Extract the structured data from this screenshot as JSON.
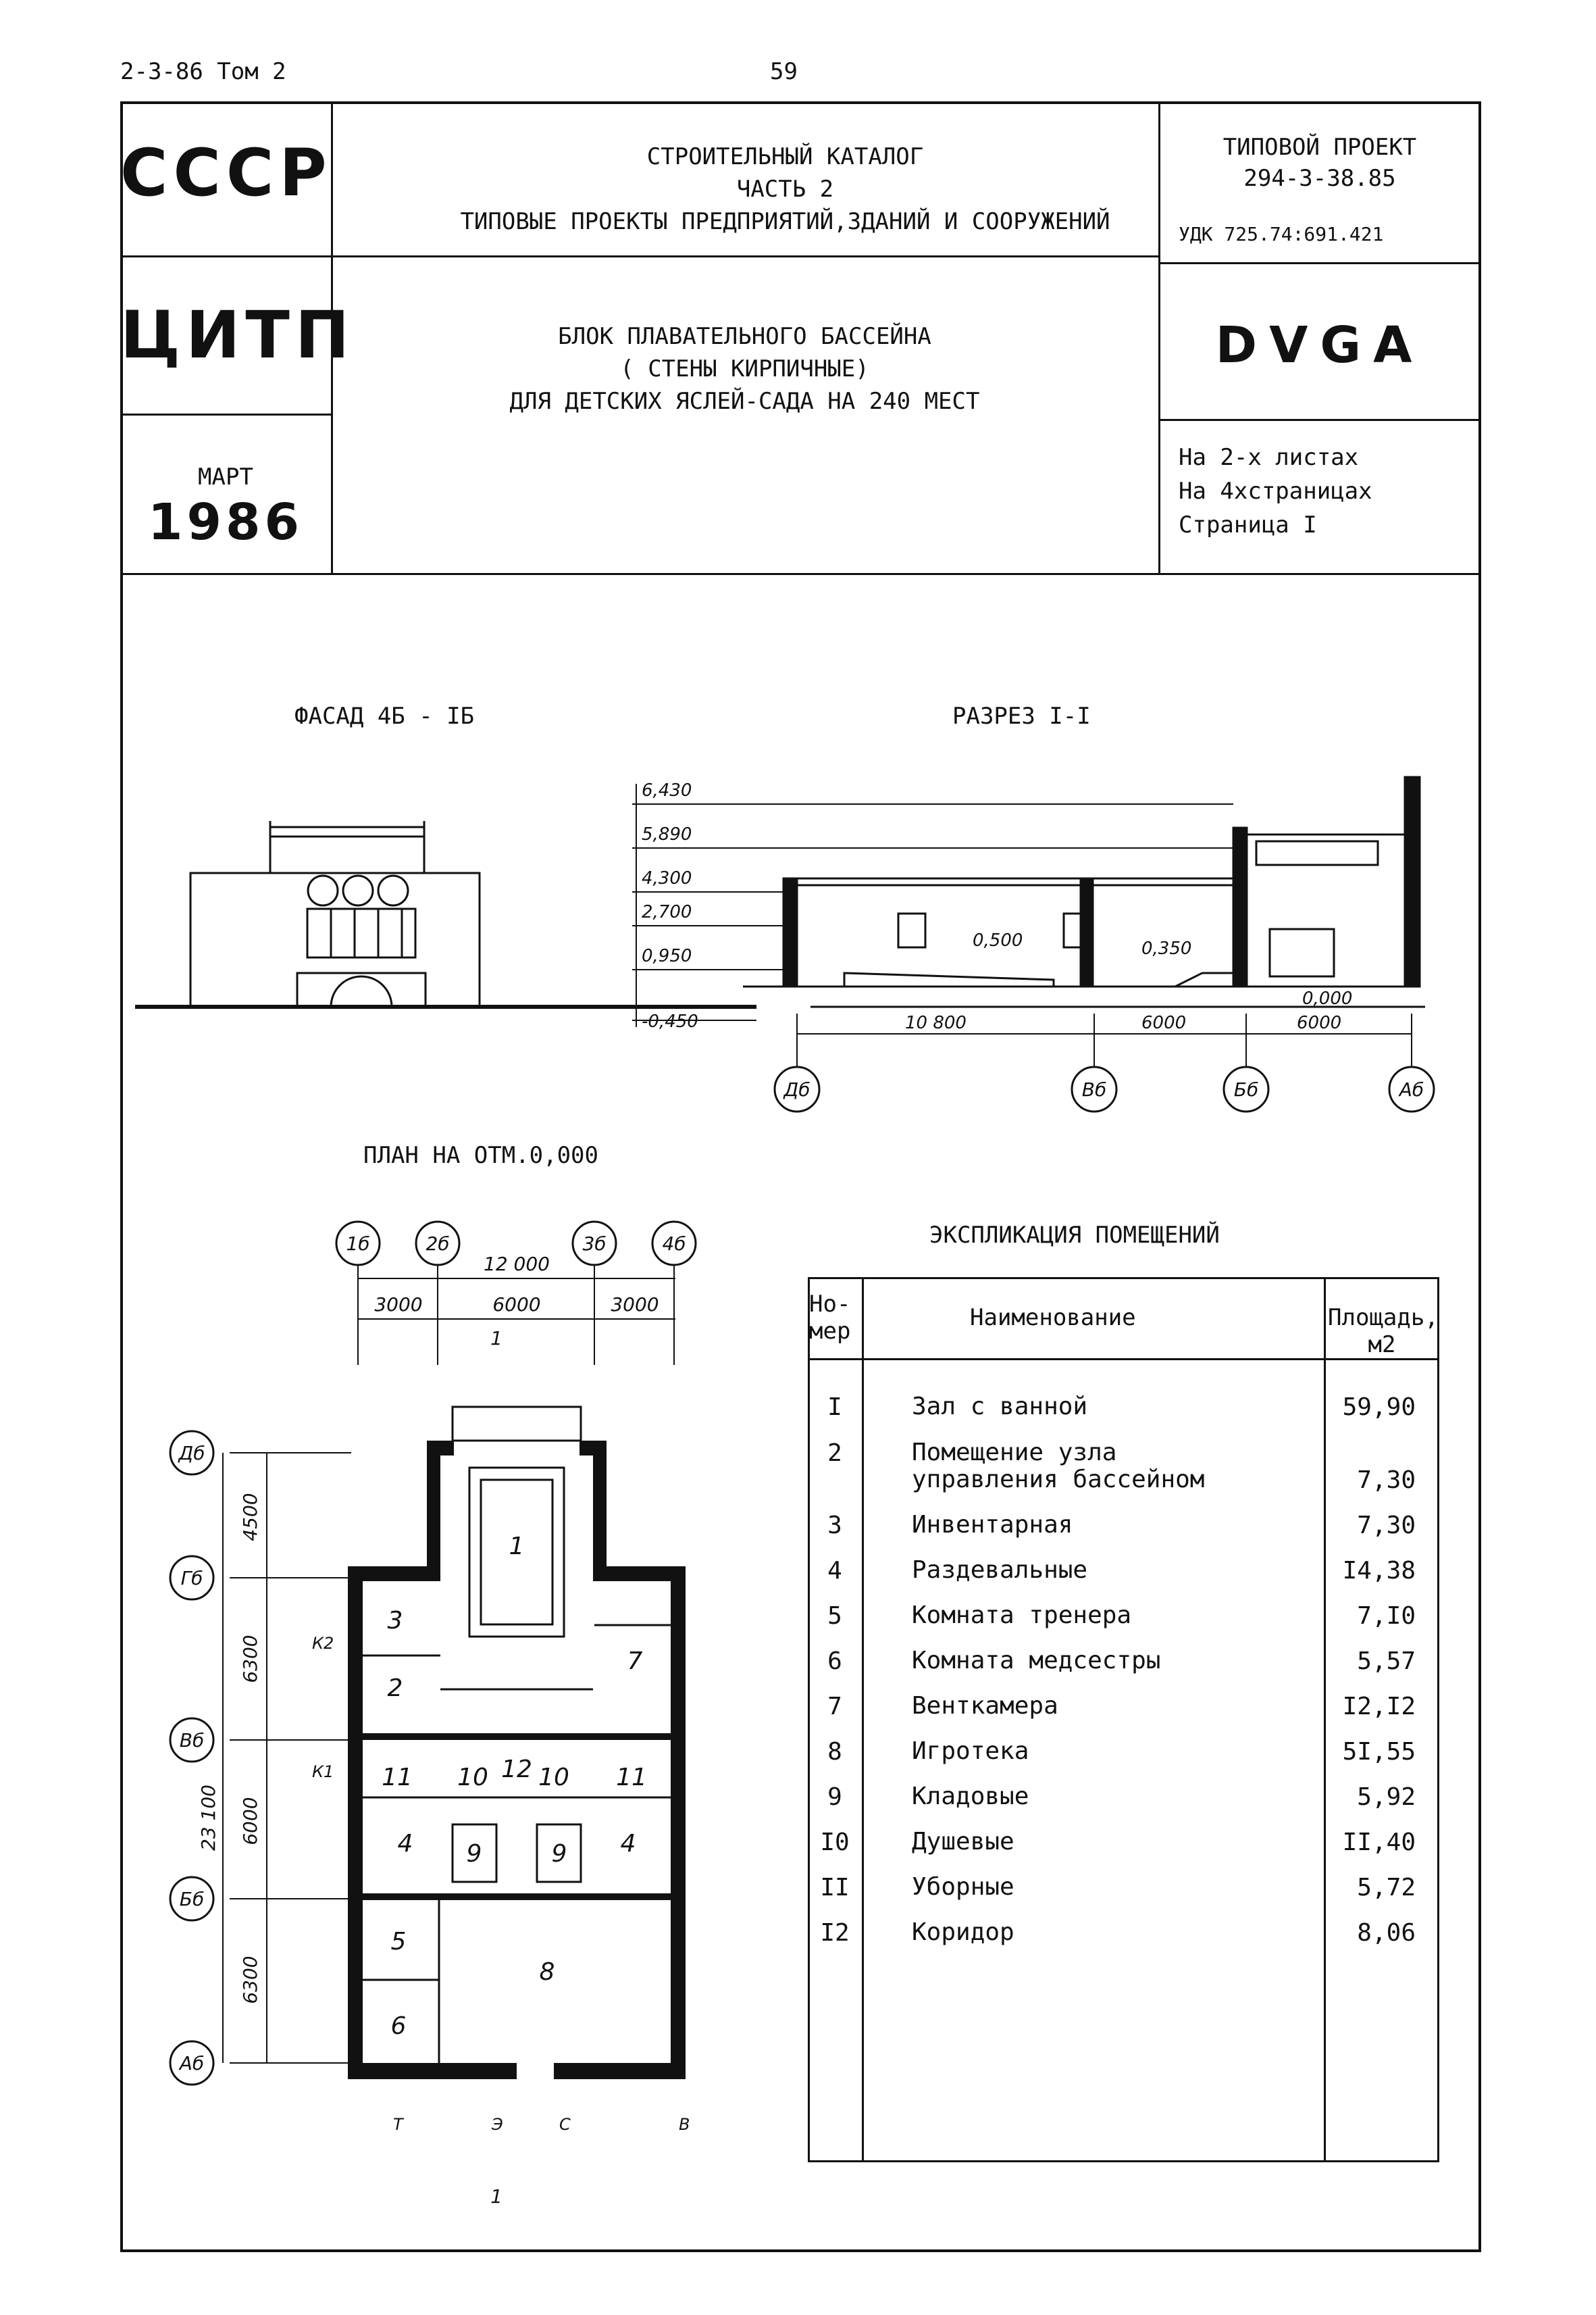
{
  "page_header": {
    "series": "2-3-86 Том 2",
    "page_number": "59"
  },
  "title_block": {
    "org1": "СССР",
    "org2": "ЦИТП",
    "date_month": "МАРТ",
    "date_year": "1986",
    "catalog_lines": [
      "СТРОИТЕЛЬНЫЙ КАТАЛОГ",
      "ЧАСТЬ 2",
      "ТИПОВЫЕ ПРОЕКТЫ ПРЕДПРИЯТИЙ,ЗДАНИЙ И СООРУЖЕНИЙ"
    ],
    "project_type": "ТИПОВОЙ ПРОЕКТ",
    "project_number": "294-3-38.85",
    "udk": "УДК 725.74:691.421",
    "object_lines": [
      "БЛОК ПЛАВАТЕЛЬНОГО БАССЕЙНА",
      "( СТЕНЫ КИРПИЧНЫЕ)",
      "ДЛЯ ДЕТСКИХ ЯСЛЕЙ-САДА НА 240 МЕСТ"
    ],
    "code": "DVGA",
    "sheets_lines": [
      "На 2-х листах",
      "На 4хстраницах",
      "Страница I"
    ]
  },
  "drawings": {
    "facade_title": "ФАСАД 4Б - IБ",
    "section_title": "РАЗРЕЗ I-I",
    "plan_title": "ПЛАН НА ОТМ.0,000",
    "section": {
      "elevations": [
        "6,430",
        "5,890",
        "4,300",
        "2,700",
        "0,950",
        "-0,450"
      ],
      "inner_marks": [
        "0,500",
        "0,350",
        "0,000"
      ],
      "spans": [
        "10 800",
        "6000",
        "6000"
      ],
      "axes": [
        "Дб",
        "Вб",
        "Бб",
        "Аб"
      ]
    },
    "plan": {
      "top_axes": [
        "1б",
        "2б",
        "3б",
        "4б"
      ],
      "overall_width": "12 000",
      "sub_widths": [
        "3000",
        "6000",
        "3000"
      ],
      "left_axes": [
        "Дб",
        "Гб",
        "Вб",
        "Бб",
        "Аб"
      ],
      "left_dims": [
        "4500",
        "6300",
        "6000",
        "6300"
      ],
      "overall_length": "23 100",
      "room_labels": [
        "1",
        "2",
        "3",
        "4",
        "4",
        "5",
        "6",
        "7",
        "8",
        "9",
        "9",
        "10",
        "10",
        "11",
        "11",
        "12"
      ],
      "section_marker": "1",
      "network_marks": [
        "К2",
        "К1",
        "Т",
        "Э",
        "С",
        "В"
      ]
    }
  },
  "explication": {
    "title": "ЭКСПЛИКАЦИЯ ПОМЕЩЕНИЙ",
    "col_num": "Но- мер",
    "col_name": "Наименование",
    "col_area": "Площадь, м2",
    "rows": [
      {
        "num": "I",
        "name": "Зал с ванной",
        "area": "59,90"
      },
      {
        "num": "2",
        "name": "Помещение узла управления бассейном",
        "area": "7,30"
      },
      {
        "num": "3",
        "name": "Инвентарная",
        "area": "7,30"
      },
      {
        "num": "4",
        "name": "Раздевальные",
        "area": "I4,38"
      },
      {
        "num": "5",
        "name": "Комната тренера",
        "area": "7,I0"
      },
      {
        "num": "6",
        "name": "Комната медсестры",
        "area": "5,57"
      },
      {
        "num": "7",
        "name": "Венткамера",
        "area": "I2,I2"
      },
      {
        "num": "8",
        "name": "Игротека",
        "area": "5I,55"
      },
      {
        "num": "9",
        "name": "Кладовые",
        "area": "5,92"
      },
      {
        "num": "I0",
        "name": "Душевые",
        "area": "II,40"
      },
      {
        "num": "II",
        "name": "Уборные",
        "area": "5,72"
      },
      {
        "num": "I2",
        "name": "Коридор",
        "area": "8,06"
      }
    ]
  }
}
